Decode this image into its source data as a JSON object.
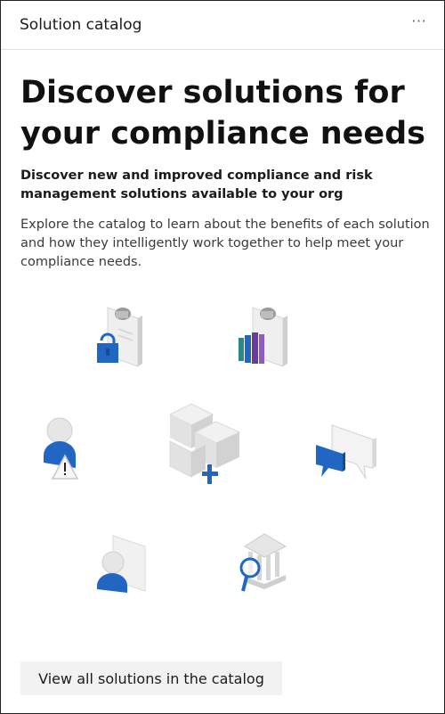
{
  "header": {
    "title": "Solution catalog",
    "more_label": "···"
  },
  "content": {
    "headline": "Discover solutions for your compliance needs",
    "subheading": "Discover new and improved compliance and risk management solutions available to your org",
    "body": "Explore the catalog to learn about the benefits of each solution and how they intelligently work together to help meet your compliance needs."
  },
  "illustration": {
    "icons": [
      "document-lock-icon",
      "document-books-icon",
      "user-warning-icon",
      "cubes-plus-icon",
      "chat-bubbles-icon",
      "user-document-icon",
      "bank-search-icon"
    ]
  },
  "cta": {
    "label": "View all solutions in the catalog"
  },
  "colors": {
    "accent": "#2266c4",
    "purple": "#6b3aa0",
    "teal": "#2a8a8a",
    "border": "#222222"
  }
}
